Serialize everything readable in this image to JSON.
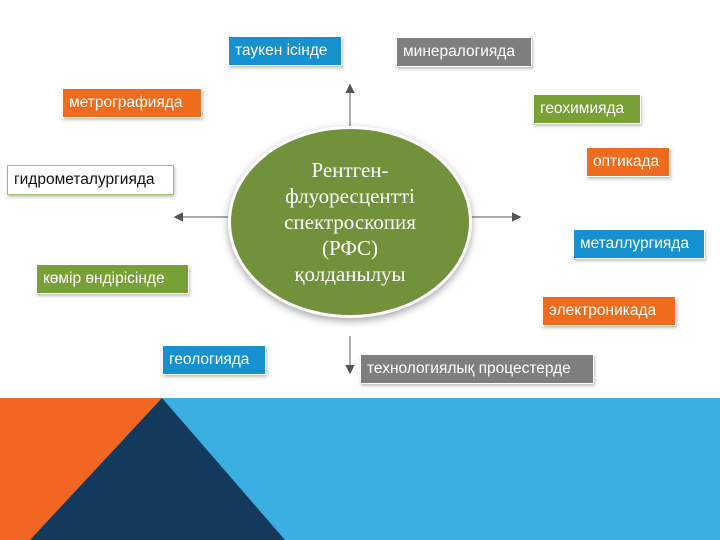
{
  "center": {
    "text": "Рентген-\nфлуоресцентті\nспектроскопия\n(РФС)\nқолданылуы"
  },
  "labels": {
    "mining": "таукен ісінде",
    "mineralogy": "минералогияда",
    "metrography": "метрографияда",
    "geochemistry": "геохимияда",
    "optics": "оптикада",
    "hydrometallurgy": "гидрометалургияда",
    "metallurgy": "металлургияда",
    "coal": "көмір өндірісінде",
    "electronics": "электроникада",
    "geology": "геологияда",
    "technology": "технологиялық процестерде"
  },
  "colors": {
    "blue": "#1591cf",
    "gray": "#7f7f7f",
    "orange": "#ef6c1e",
    "green": "#78a035",
    "center": "#71913a",
    "footer_orange": "#f26522",
    "footer_blue": "#3aaee0",
    "footer_dark": "#13395c"
  }
}
